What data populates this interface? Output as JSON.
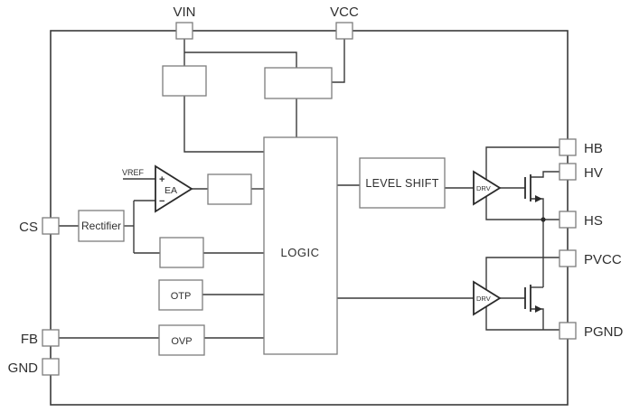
{
  "pins": {
    "vin": "VIN",
    "vcc": "VCC",
    "cs": "CS",
    "fb": "FB",
    "gnd": "GND",
    "hb": "HB",
    "hv": "HV",
    "hs": "HS",
    "pvcc": "PVCC",
    "pgnd": "PGND"
  },
  "blocks": {
    "rectifier": "Rectifier",
    "logic": "LOGIC",
    "level_shift": "LEVEL SHIFT",
    "otp": "OTP",
    "ovp": "OVP"
  },
  "amplifier": {
    "label": "EA",
    "ref_label": "VREF",
    "plus": "+",
    "minus": "−"
  },
  "drivers": {
    "high": "DRV",
    "low": "DRV"
  },
  "colors": {
    "background": "#ffffff",
    "wire": "#3a3a3a",
    "block_border": "#7d7d7d",
    "symbol": "#2b2b2b",
    "text": "#2f2f2f"
  }
}
